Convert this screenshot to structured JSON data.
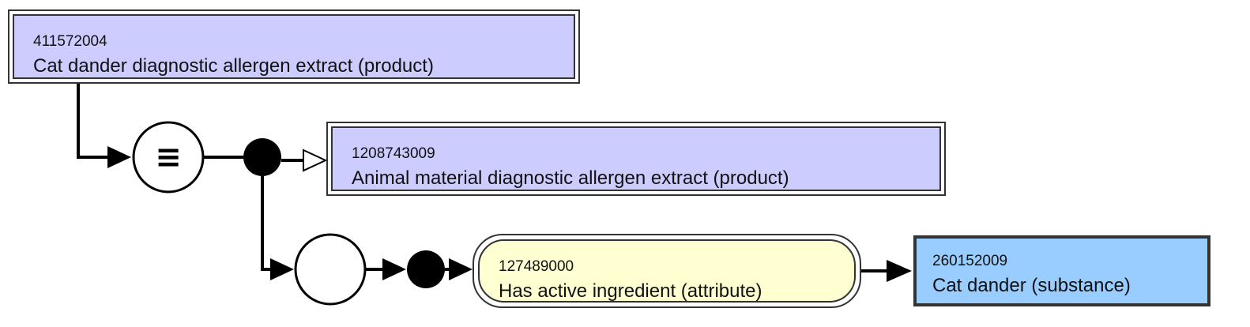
{
  "nodes": {
    "focus": {
      "code": "411572004",
      "term": "Cat dander diagnostic allergen extract (product)"
    },
    "parent": {
      "code": "1208743009",
      "term": "Animal material diagnostic allergen extract (product)"
    },
    "attribute": {
      "code": "127489000",
      "term": "Has active ingredient (attribute)"
    },
    "value": {
      "code": "260152009",
      "term": "Cat dander (substance)"
    }
  },
  "symbols": {
    "definition_status": "≡"
  },
  "colors": {
    "concept_fill": "#ccccff",
    "attribute_fill": "#ffffd1",
    "substance_fill": "#99ccff",
    "line": "#000000"
  }
}
